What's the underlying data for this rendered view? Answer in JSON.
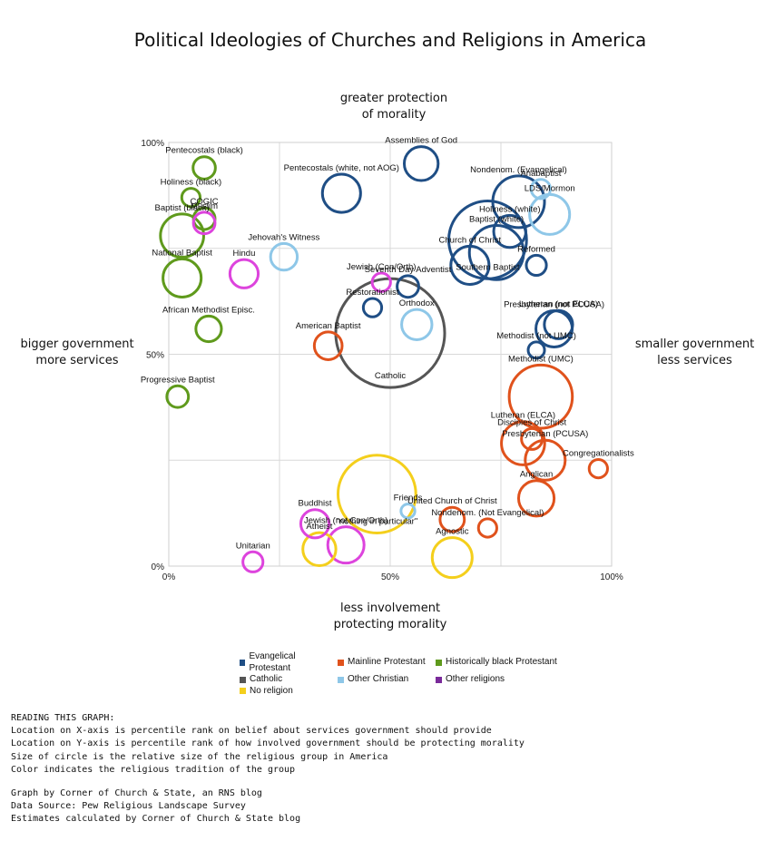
{
  "chart_data": {
    "type": "scatter",
    "title": "Political Ideologies of Churches and Religions in America",
    "xlim": [
      0,
      100
    ],
    "ylim": [
      0,
      100
    ],
    "x_ticks": [
      "0%",
      "50%",
      "100%"
    ],
    "y_ticks": [
      "0%",
      "50%",
      "100%"
    ],
    "axis_captions": {
      "top": [
        "greater protection",
        "of morality"
      ],
      "bottom": [
        "less involvement",
        "protecting morality"
      ],
      "left": [
        "bigger government",
        "more services"
      ],
      "right": [
        "smaller government",
        "less services"
      ]
    },
    "grid": true,
    "legend_position": "bottom",
    "traditions": {
      "evangelical": {
        "name": "Evangelical Protestant",
        "color": "#1f4e85"
      },
      "mainline": {
        "name": "Mainline Protestant",
        "color": "#e0521c"
      },
      "black": {
        "name": "Historically black Protestant",
        "color": "#5f9a1c"
      },
      "catholic": {
        "name": "Catholic",
        "color": "#555555"
      },
      "otherchristian": {
        "name": "Other Christian",
        "color": "#8ec7e8"
      },
      "otherreligions": {
        "name": "Other religions",
        "color": "#dd44dd"
      },
      "none": {
        "name": "No religion",
        "color": "#f4cf1c"
      }
    },
    "points": [
      {
        "label": "Pentecostals  (black)",
        "x": 8,
        "y": 94,
        "size": 1.2,
        "tradition": "black"
      },
      {
        "label": "Holiness (black)",
        "x": 5,
        "y": 87,
        "size": 0.7,
        "tradition": "black"
      },
      {
        "label": "COGIC",
        "x": 8,
        "y": 82,
        "size": 1.1,
        "tradition": "black"
      },
      {
        "label": "Muslim",
        "x": 8,
        "y": 81,
        "size": 1.1,
        "tradition": "otherreligions"
      },
      {
        "label": "Baptist (black)",
        "x": 3,
        "y": 78,
        "size": 6,
        "tradition": "black"
      },
      {
        "label": "National Baptist",
        "x": 3,
        "y": 68,
        "size": 4.5,
        "tradition": "black"
      },
      {
        "label": "African Methodist Episc.",
        "x": 9,
        "y": 56,
        "size": 1.7,
        "tradition": "black"
      },
      {
        "label": "Progressive Baptist",
        "x": 2,
        "y": 40,
        "size": 1.1,
        "tradition": "black"
      },
      {
        "label": "Hindu",
        "x": 17,
        "y": 69,
        "size": 2.2,
        "tradition": "otherreligions"
      },
      {
        "label": "Jehovah's Witness",
        "x": 26,
        "y": 73,
        "size": 1.9,
        "tradition": "otherchristian"
      },
      {
        "label": "Pentecostals (white, not AOG)",
        "x": 39,
        "y": 88,
        "size": 4.5,
        "tradition": "evangelical"
      },
      {
        "label": "Assemblies of God",
        "x": 57,
        "y": 95,
        "size": 3.4,
        "tradition": "evangelical"
      },
      {
        "label": "Jewish (Con/Orth)",
        "x": 48,
        "y": 67,
        "size": 0.7,
        "tradition": "otherreligions"
      },
      {
        "label": "Seventh Day Adventist",
        "x": 54,
        "y": 66,
        "size": 1.1,
        "tradition": "evangelical"
      },
      {
        "label": "Restorationist",
        "x": 46,
        "y": 61,
        "size": 0.7,
        "tradition": "evangelical"
      },
      {
        "label": "Orthodox",
        "x": 56,
        "y": 57,
        "size": 2.6,
        "tradition": "otherchristian"
      },
      {
        "label": "American Baptist",
        "x": 36,
        "y": 52,
        "size": 2.1,
        "tradition": "mainline"
      },
      {
        "label": "Catholic",
        "x": 50,
        "y": 55,
        "size": 45,
        "tradition": "catholic"
      },
      {
        "label": "Nondenom. (Evangelical)",
        "x": 79,
        "y": 86,
        "size": 9,
        "tradition": "evangelical"
      },
      {
        "label": "Anabaptist",
        "x": 84,
        "y": 89,
        "size": 0.8,
        "tradition": "otherchristian"
      },
      {
        "label": "LDS/Mormon",
        "x": 86,
        "y": 83,
        "size": 5,
        "tradition": "otherchristian"
      },
      {
        "label": "Southern Baptist",
        "x": 72,
        "y": 77,
        "size": 22,
        "tradition": "evangelical"
      },
      {
        "label": "Baptist (white)",
        "x": 74,
        "y": 74,
        "size": 10,
        "tradition": "evangelical"
      },
      {
        "label": "Holiness (white)",
        "x": 77,
        "y": 79,
        "size": 3,
        "tradition": "evangelical"
      },
      {
        "label": "Church of Christ",
        "x": 68,
        "y": 71,
        "size": 4.5,
        "tradition": "evangelical"
      },
      {
        "label": "Reformed",
        "x": 83,
        "y": 71,
        "size": 0.9,
        "tradition": "evangelical"
      },
      {
        "label": "Presbyterian (not PCUSA)",
        "x": 87,
        "y": 56,
        "size": 4,
        "tradition": "evangelical"
      },
      {
        "label": "Lutheran (not ELCA)",
        "x": 88,
        "y": 57,
        "size": 2.2,
        "tradition": "evangelical"
      },
      {
        "label": "Methodist (not UMC)",
        "x": 83,
        "y": 51,
        "size": 0.5,
        "tradition": "evangelical"
      },
      {
        "label": "Methodist (UMC)",
        "x": 84,
        "y": 40,
        "size": 14,
        "tradition": "mainline"
      },
      {
        "label": "Lutheran (ELCA)",
        "x": 80,
        "y": 29,
        "size": 6,
        "tradition": "mainline"
      },
      {
        "label": "Disciples of Christ",
        "x": 82,
        "y": 30,
        "size": 1,
        "tradition": "mainline"
      },
      {
        "label": "Presbyterian (PCUSA)",
        "x": 85,
        "y": 25,
        "size": 5,
        "tradition": "mainline"
      },
      {
        "label": "Congregationalists",
        "x": 97,
        "y": 23,
        "size": 0.7,
        "tradition": "mainline"
      },
      {
        "label": "Anglican",
        "x": 83,
        "y": 16,
        "size": 3.8,
        "tradition": "mainline"
      },
      {
        "label": "United Church of Christ",
        "x": 64,
        "y": 11,
        "size": 1.5,
        "tradition": "mainline"
      },
      {
        "label": "Nondenom. (Not Evangelical)",
        "x": 72,
        "y": 9,
        "size": 0.7,
        "tradition": "mainline"
      },
      {
        "label": "\"nothing in particular\"",
        "x": 47,
        "y": 17,
        "size": 22,
        "tradition": "none"
      },
      {
        "label": "Friends",
        "x": 54,
        "y": 13,
        "size": 0.3,
        "tradition": "otherchristian"
      },
      {
        "label": "Agnostic",
        "x": 64,
        "y": 2,
        "size": 5,
        "tradition": "none"
      },
      {
        "label": "Atheist",
        "x": 34,
        "y": 4,
        "size": 3.2,
        "tradition": "none"
      },
      {
        "label": "Buddhist",
        "x": 33,
        "y": 10,
        "size": 2.2,
        "tradition": "otherreligions"
      },
      {
        "label": "Jewish (not Con/Orth)",
        "x": 40,
        "y": 5,
        "size": 4,
        "tradition": "otherreligions"
      },
      {
        "label": "Unitarian",
        "x": 19,
        "y": 1,
        "size": 0.9,
        "tradition": "otherreligions"
      }
    ]
  },
  "legend": [
    [
      {
        "name": "Evangelical Protestant",
        "color": "#1f4e85"
      },
      {
        "name": "Mainline Protestant",
        "color": "#e0521c"
      },
      {
        "name": "Historically black Protestant",
        "color": "#5f9a1c"
      }
    ],
    [
      {
        "name": "Catholic",
        "color": "#555555"
      },
      {
        "name": "Other Christian",
        "color": "#8ec7e8"
      },
      {
        "name": "Other religions",
        "color": "#7a2a9a"
      }
    ],
    [
      {
        "name": "No religion",
        "color": "#f4cf1c"
      }
    ]
  ],
  "notes": {
    "reading": [
      "READING THIS GRAPH:",
      "Location on X-axis is percentile rank on belief about services government should provide",
      "Location on Y-axis is percentile rank of how involved government should be protecting morality",
      "Size of circle is the relative size of the religious group in America",
      "Color indicates the religious tradition of the group"
    ],
    "credits": [
      "Graph by Corner of Church & State, an RNS blog",
      "Data Source: Pew Religious Landscape Survey",
      "Estimates calculated by Corner of Church & State blog"
    ]
  }
}
